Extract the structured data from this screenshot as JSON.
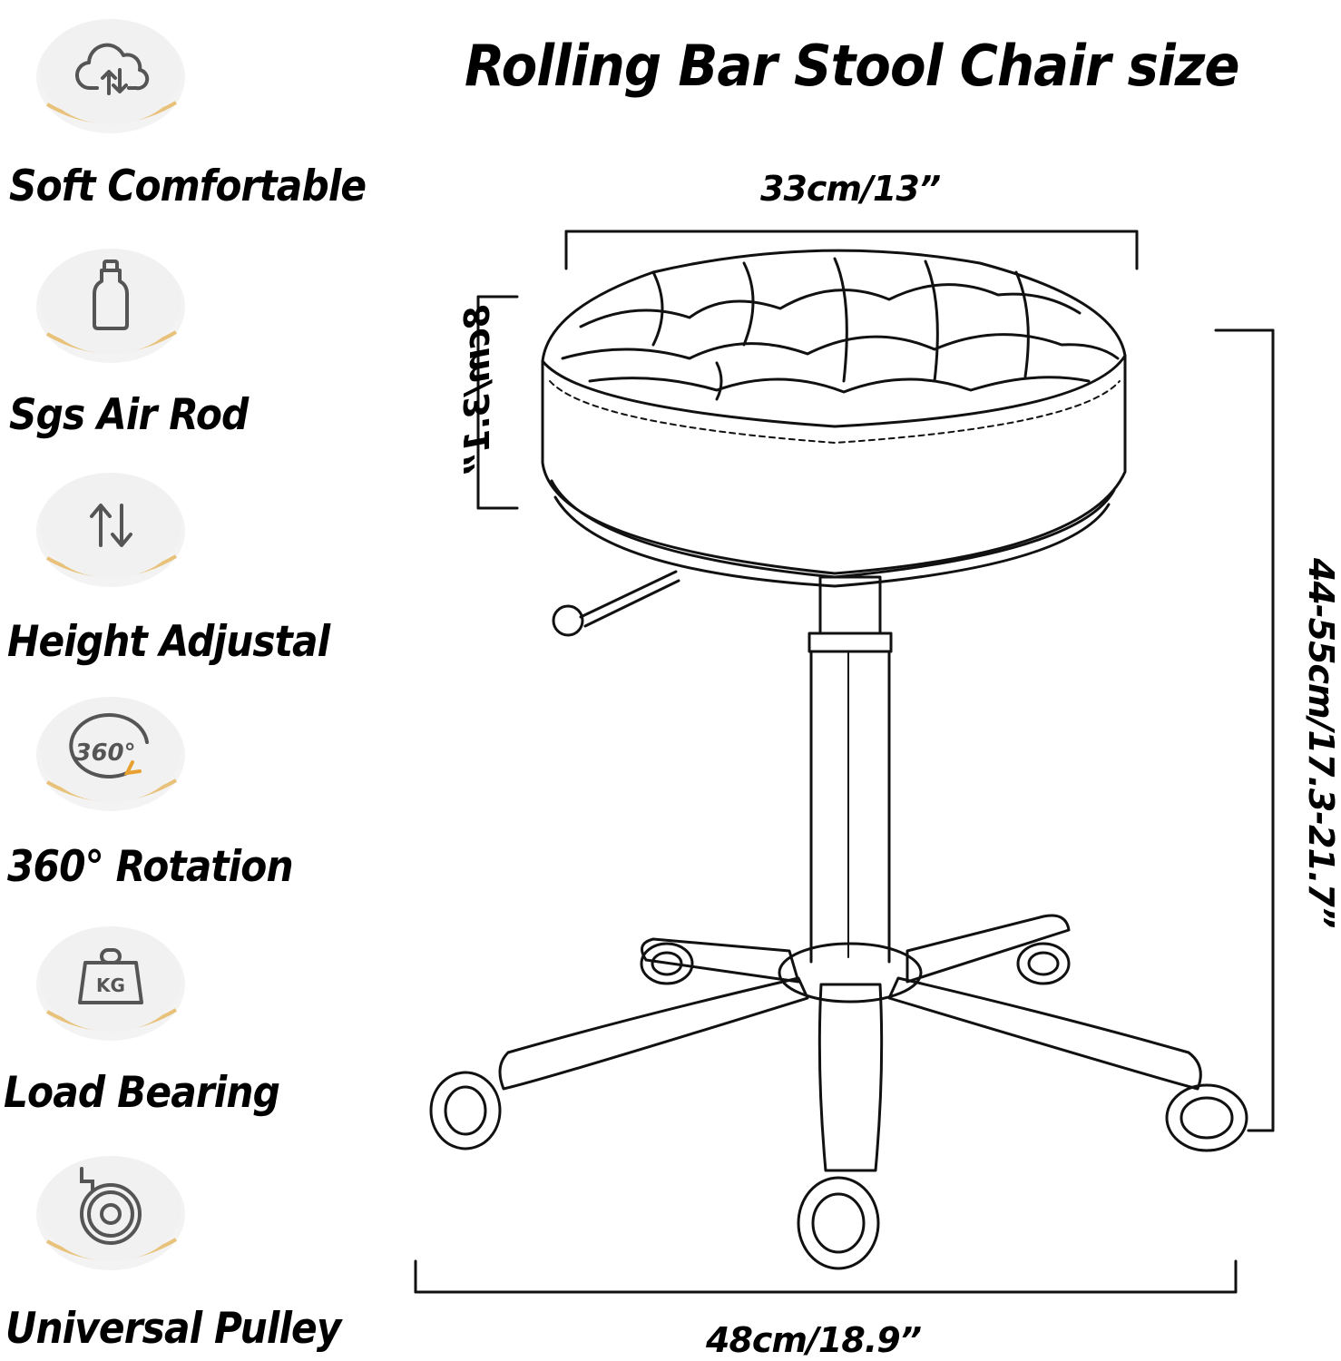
{
  "title": "Rolling Bar Stool Chair size",
  "features": [
    {
      "label": "Soft Comfortable",
      "icon": "cloud-sync-icon"
    },
    {
      "label": "Sgs Air Rod",
      "icon": "bottle-icon"
    },
    {
      "label": "Height Adjustal",
      "icon": "up-down-arrows-icon"
    },
    {
      "label": "360° Rotation",
      "icon": "rotation-360-icon"
    },
    {
      "label": "Load Bearing",
      "icon": "kg-weight-icon"
    },
    {
      "label": "Universal Pulley",
      "icon": "caster-wheel-icon"
    }
  ],
  "icon_360_text": "360°",
  "icon_kg_text": "KG",
  "dimensions": {
    "seat_width": "33cm/13”",
    "seat_thickness": "8cm/3.1”",
    "height_range": "44-55cm/17.3-21.7”",
    "base_width": "48cm/18.9”"
  },
  "colors": {
    "icon_stroke": "#555555",
    "icon_disc": "#f1f1f1",
    "icon_ring": "#e8c27a",
    "text": "#000000"
  }
}
